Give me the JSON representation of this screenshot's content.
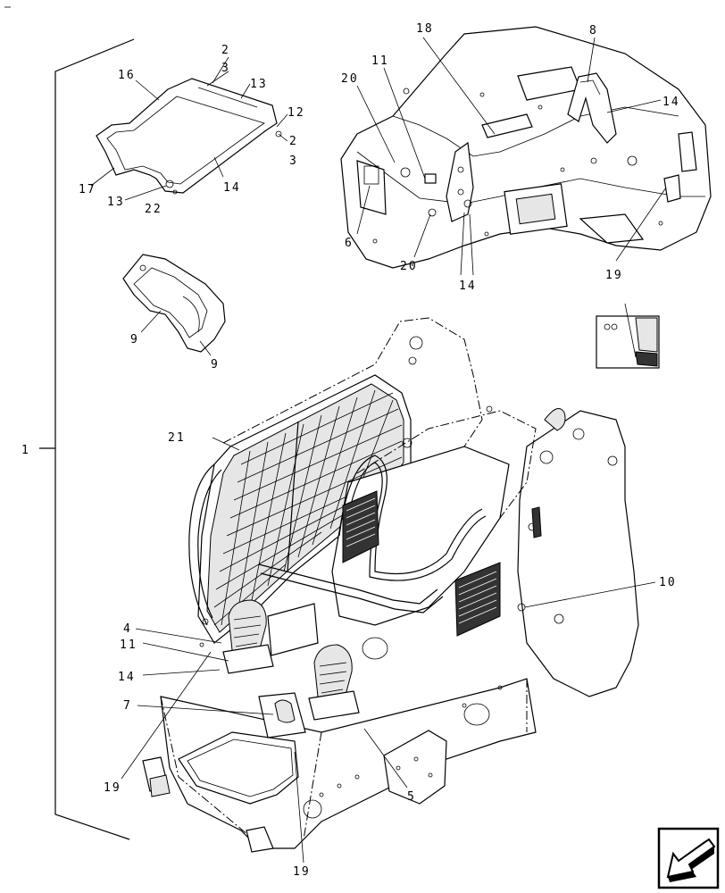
{
  "callouts": {
    "c1": "1",
    "c2a": "2",
    "c3a": "3",
    "c16": "16",
    "c13a": "13",
    "c12": "12",
    "c2b": "2",
    "c3b": "3",
    "c17": "17",
    "c13b": "13",
    "c22": "22",
    "c14a": "14",
    "c9a": "9",
    "c9b": "9",
    "c18": "18",
    "c11a": "11",
    "c20a": "20",
    "c8": "8",
    "c14b": "14",
    "c6": "6",
    "c20b": "20",
    "c14c": "14",
    "c19a": "19",
    "c21": "21",
    "c10": "10",
    "c4": "4",
    "c11b": "11",
    "c14d": "14",
    "c7": "7",
    "c19b": "19",
    "c19c": "19",
    "c5": "5"
  },
  "icons": {
    "nav": "arrow-left-down-icon"
  }
}
